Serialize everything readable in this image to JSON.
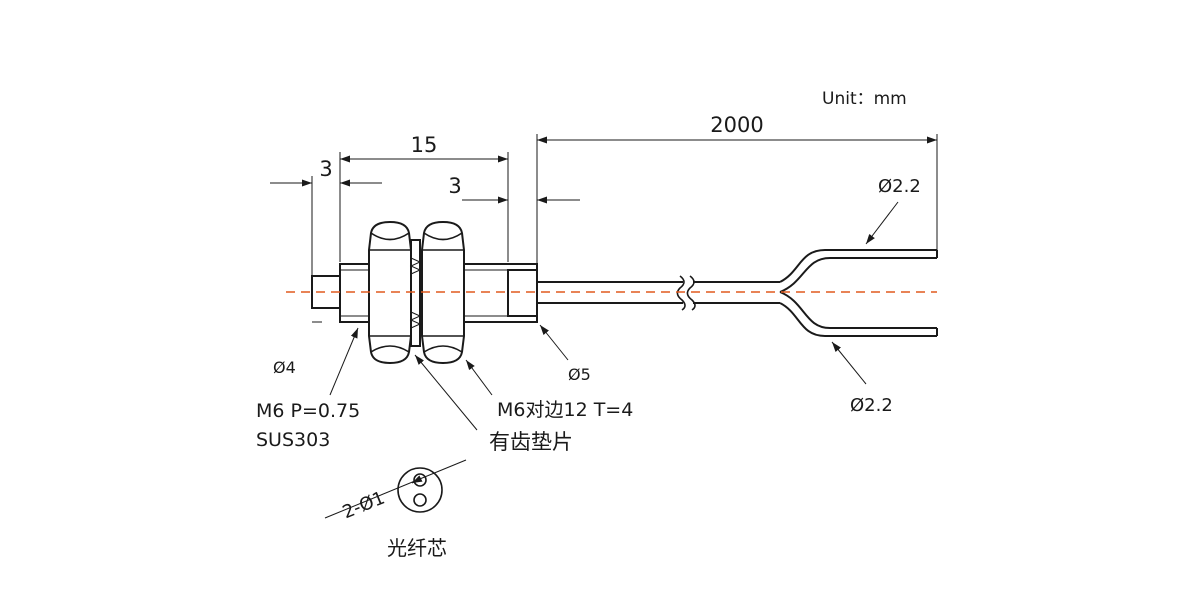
{
  "unit_label": "Unit：mm",
  "dimensions": {
    "total_length": "2000",
    "body_length": "15",
    "tip_length": "3",
    "rear_length": "3",
    "tip_diameter": "Ø4",
    "cable_diameter": "Ø5",
    "branch_top_diameter": "Ø2.2",
    "branch_bottom_diameter": "Ø2.2",
    "core_spec": "2-Ø1"
  },
  "labels": {
    "thread_spec": "M6 P=0.75",
    "material": "SUS303",
    "nut_spec": "M6对边12 T=4",
    "washer": "有齿垫片",
    "fiber_core": "光纤芯"
  },
  "colors": {
    "line": "#1a1a1a",
    "centerline": "#e05a1e",
    "background": "#ffffff"
  }
}
